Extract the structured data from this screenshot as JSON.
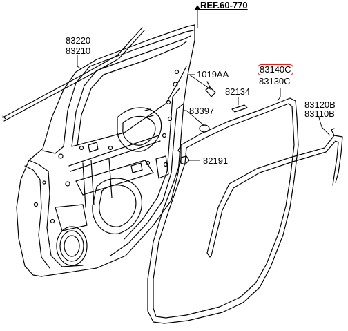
{
  "diagram": {
    "reference": "REF.60-770",
    "highlight_color": "#e0201c",
    "line_color": "#000000",
    "parts": {
      "p83220": "83220",
      "p83210": "83210",
      "p1019AA": "1019AA",
      "p83140C": "83140C",
      "p83130C": "83130C",
      "p82134": "82134",
      "p83397": "83397",
      "p83120B": "83120B",
      "p83110B": "83110B",
      "p82191": "82191"
    },
    "highlighted_part": "83140C"
  }
}
